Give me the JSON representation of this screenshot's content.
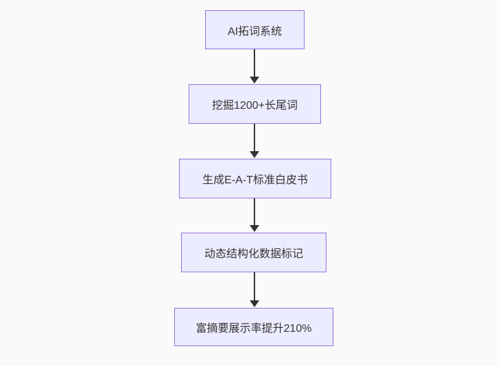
{
  "diagram": {
    "type": "flowchart",
    "direction": "top-down",
    "nodes": [
      {
        "label": "AI拓词系统"
      },
      {
        "label": "挖掘1200+长尾词"
      },
      {
        "label": "生成E-A-T标准白皮书"
      },
      {
        "label": "动态结构化数据标记"
      },
      {
        "label": "富摘要展示率提升210%"
      }
    ],
    "edges": [
      {
        "from": "AI拓词系统",
        "to": "挖掘1200+长尾词"
      },
      {
        "from": "挖掘1200+长尾词",
        "to": "生成E-A-T标准白皮书"
      },
      {
        "from": "生成E-A-T标准白皮书",
        "to": "动态结构化数据标记"
      },
      {
        "from": "动态结构化数据标记",
        "to": "富摘要展示率提升210%"
      }
    ],
    "colors": {
      "node_fill": "#ececff",
      "node_border": "#9370db",
      "text": "#333333",
      "arrow": "#333333",
      "background": "#fafafa"
    }
  }
}
